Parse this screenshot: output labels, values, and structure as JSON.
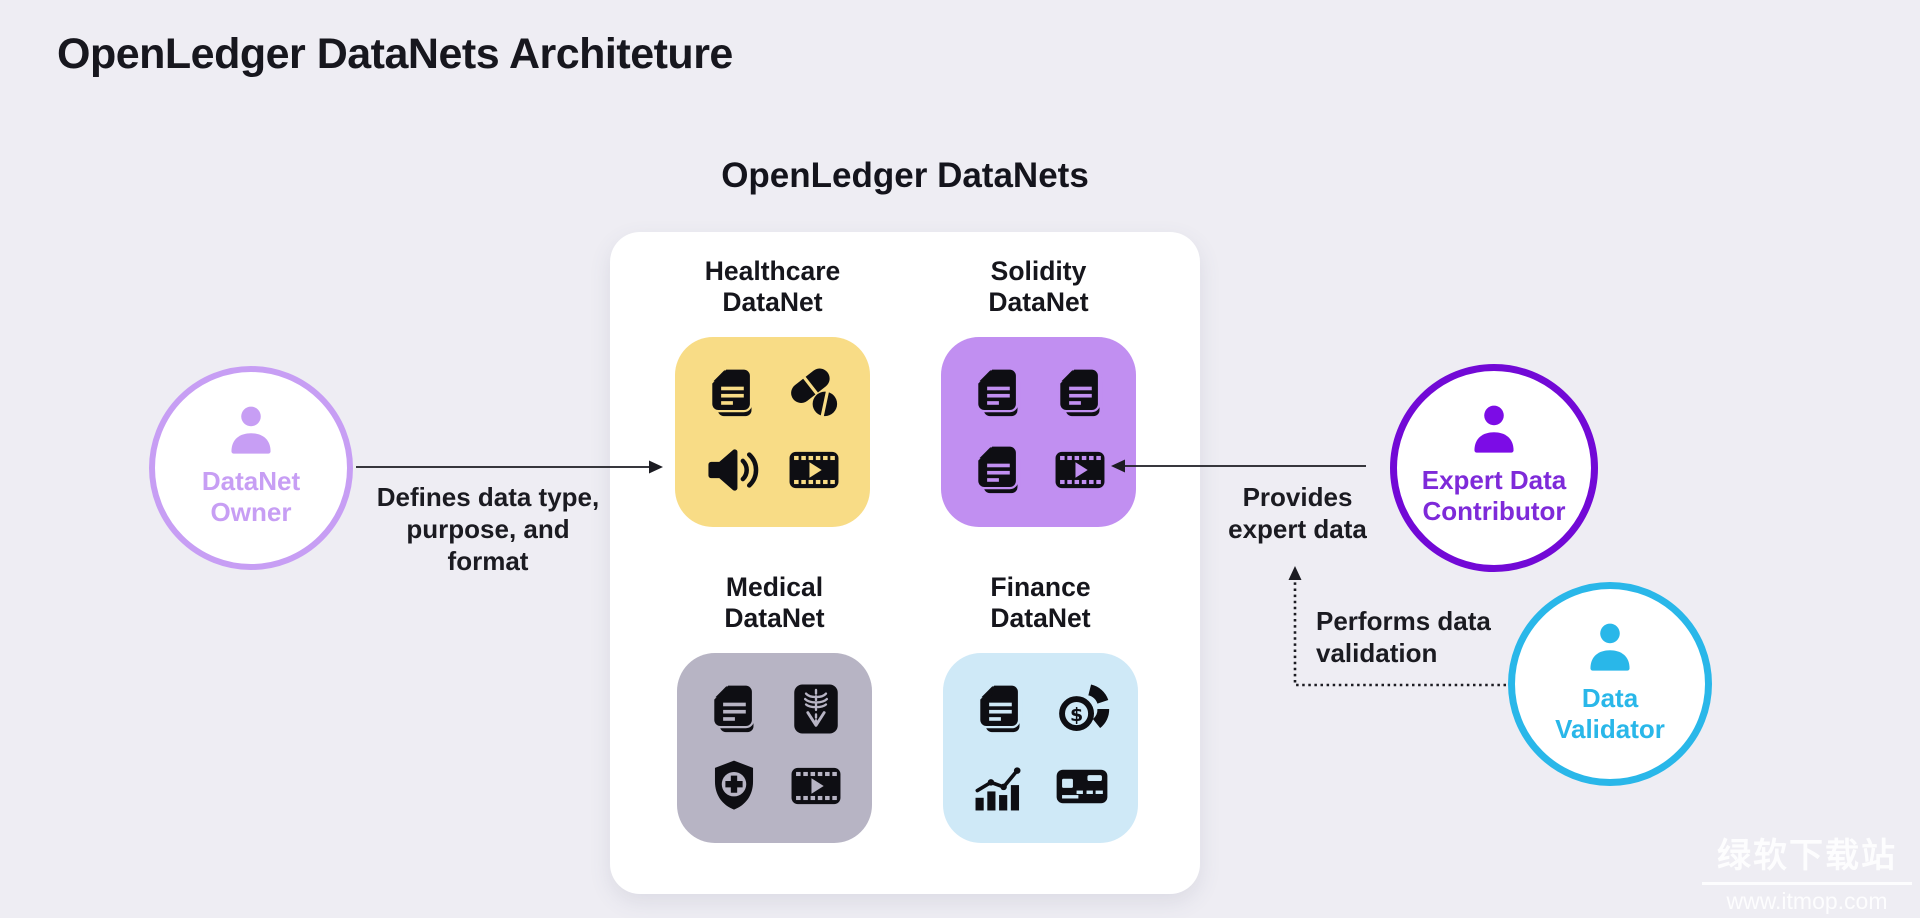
{
  "page": {
    "title": "OpenLedger DataNets Architeture",
    "background_color": "#eeedf3"
  },
  "diagram": {
    "heading": "OpenLedger DataNets",
    "dollar_glyph": "$",
    "datanets": [
      {
        "line1": "Healthcare",
        "line2": "DataNet",
        "color": "#f8dc86",
        "icons": [
          "document",
          "pills",
          "audio-speaker",
          "video-film"
        ]
      },
      {
        "line1": "Solidity",
        "line2": "DataNet",
        "color": "#c18ff1",
        "icons": [
          "document",
          "document",
          "document",
          "video-film"
        ]
      },
      {
        "line1": "Medical",
        "line2": "DataNet",
        "color": "#b7b4c4",
        "icons": [
          "document",
          "xray",
          "medical-shield",
          "video-film"
        ]
      },
      {
        "line1": "Finance",
        "line2": "DataNet",
        "color": "#cfe9f7",
        "icons": [
          "document",
          "pie-dollar",
          "bar-chart",
          "credit-card"
        ]
      }
    ]
  },
  "actors": {
    "owner": {
      "line1": "DataNet",
      "line2": "Owner",
      "color": "#c79ef4"
    },
    "expert": {
      "line1": "Expert Data",
      "line2": "Contributor",
      "border_color": "#7209d6",
      "icon_color": "#7c0ce6",
      "text_color": "#7e2ad9"
    },
    "validator": {
      "line1": "Data",
      "line2": "Validator",
      "color": "#29b7e9"
    }
  },
  "annotations": {
    "defines": {
      "line1": "Defines data type,",
      "line2": "purpose, and",
      "line3": "format"
    },
    "provides": {
      "line1": "Provides",
      "line2": "expert data"
    },
    "performs": {
      "line1": "Performs data",
      "line2": "validation"
    }
  },
  "arrows": {
    "color": "#1c1c22",
    "owner_to_datanets": "solid-right",
    "expert_to_datanets": "solid-left",
    "validator_to_expert": "dotted-up"
  },
  "watermark": {
    "name": "绿软下载站",
    "url": "www.itmop.com"
  }
}
